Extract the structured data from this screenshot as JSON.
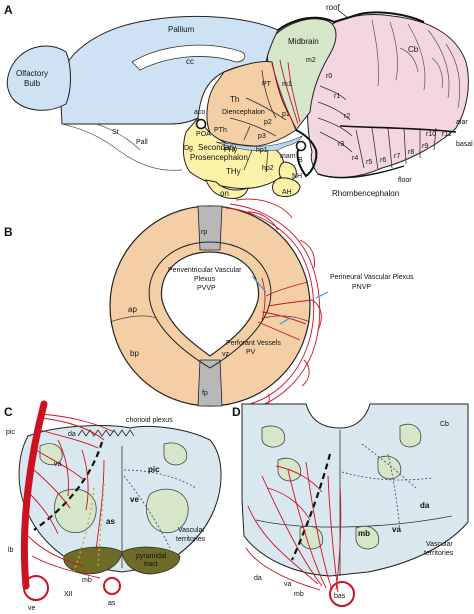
{
  "colors": {
    "pallium": "#cfe2f3",
    "olfactory": "#cfe2f3",
    "midbrain": "#d6e6c8",
    "rhombencephalon": "#f3d6e0",
    "diencephalon": "#f4cfa6",
    "secondary_prosencephalon": "#fbf2a8",
    "ring_tissue": "#f4cfa6",
    "grey_band": "#b8b8b8",
    "section_fill": "#d9e8ef",
    "vessel": "#cc1122",
    "olive": "#6d6b25",
    "callout": "#3399dd"
  },
  "panel_a": {
    "letter": "A",
    "labels": {
      "pallium": "Pallium",
      "olfactory_1": "Olfactory",
      "olfactory_2": "Bulb",
      "cc": "cc",
      "midbrain": "Midbrain",
      "roof": "roof",
      "m1": "m1",
      "m2": "m2",
      "cb": "Cb",
      "pt": "PT",
      "th": "Th",
      "diencephalon": "Diencephalon",
      "p1": "p1",
      "p2": "p2",
      "p3": "p3",
      "pth": "PTh",
      "phy": "PHy",
      "hp1": "hp1",
      "hp2": "hp2",
      "secondary_1": "Secondary",
      "secondary_2": "Prosencephalon",
      "thy": "THy",
      "mam": "mam",
      "st": "St",
      "pall": "Pall",
      "dg": "Dg",
      "aco": "aco",
      "poa": "POA",
      "on": "on",
      "nh": "NH",
      "ah": "AH",
      "b": "B",
      "r0": "r0",
      "r1": "r1",
      "r2": "r2",
      "r3": "r3",
      "r4": "r4",
      "r5": "r5",
      "r6": "r6",
      "r7": "r7",
      "r8": "r8",
      "r9": "r9",
      "r10": "r10",
      "r11": "r11",
      "alar": "alar",
      "basal": "basal",
      "floor": "floor",
      "rhombencephalon": "Rhombencephalon"
    }
  },
  "panel_b": {
    "letter": "B",
    "labels": {
      "rp": "rp",
      "fp": "fp",
      "ap": "ap",
      "bp": "bp",
      "vz": "vz",
      "pvvp_1": "Periventricular Vascular",
      "pvvp_2": "Plexus",
      "pvvp_3": "PVVP",
      "pnvp_1": "Perineural Vascular Plexus",
      "pnvp_2": "PNVP",
      "pv_1": "Perforant Vessels",
      "pv_2": "PV"
    }
  },
  "panel_c": {
    "letter": "C",
    "labels": {
      "pic_left": "pic",
      "da": "da",
      "chorioid": "chorioid plexus",
      "va": "va",
      "pic_right": "pic",
      "ve": "ve",
      "as": "as",
      "vascular_1": "Vascular",
      "vascular_2": "territories",
      "lb": "lb",
      "mb": "mb",
      "pyramidal_1": "pyramidal",
      "pyramidal_2": "tract",
      "xii": "XII",
      "ve_bottom": "ve",
      "as_bottom": "as"
    }
  },
  "panel_d": {
    "letter": "D",
    "labels": {
      "cb": "Cb",
      "da": "da",
      "mb": "mb",
      "va": "va",
      "vascular_1": "Vascular",
      "vascular_2": "territories",
      "da_bottom": "da",
      "va_bottom": "va",
      "mb_bottom": "mb",
      "bas": "bas"
    }
  }
}
